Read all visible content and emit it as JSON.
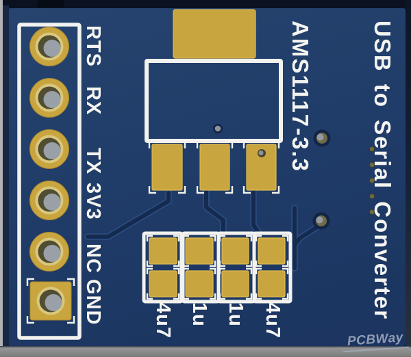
{
  "pcb": {
    "title": "USB to Serial Converter",
    "regulator": "AMS1117-3.3",
    "pin_labels": [
      "RTS",
      "RX",
      "TX",
      "3V3",
      "NC",
      "GND"
    ],
    "cap_labels": [
      "4u7",
      "1u",
      "1u",
      "4u7"
    ],
    "watermark": "PCBWay",
    "colors": {
      "soldermask": "#203c68",
      "silkscreen": "#f2f2ef",
      "copper": "#c9a53f",
      "trace": "#152a4f",
      "edge_gray": "#989898"
    }
  }
}
